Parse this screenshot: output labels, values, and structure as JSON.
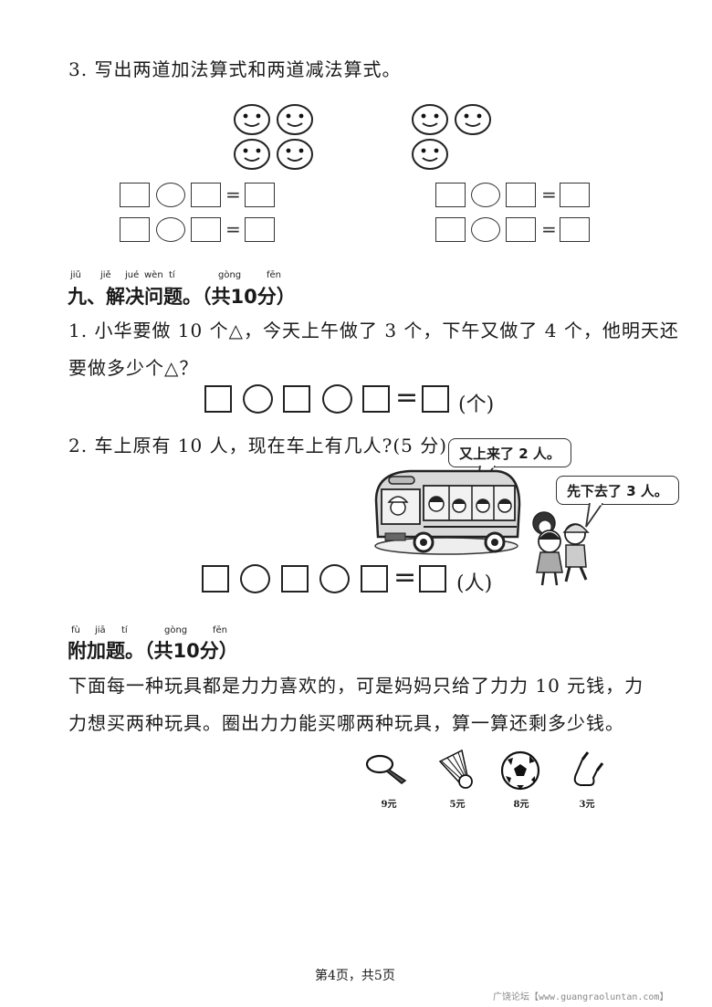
{
  "q3": {
    "title": "3. 写出两道加法算式和两道减法算式。",
    "left_group": {
      "icon": "smiley-face",
      "count": 4
    },
    "right_group": {
      "icon": "smiley-face",
      "count": 3
    },
    "equals": "="
  },
  "section9": {
    "pinyin": [
      "jiǔ",
      "jiě",
      "jué",
      "wèn",
      "tí",
      "gòng",
      "fēn"
    ],
    "title": "九、解决问题。（共10分）"
  },
  "problem1": {
    "line1": "1. 小华要做 10 个△，今天上午做了 3 个，下午又做了 4 个，他明天还",
    "line2": "要做多少个△？",
    "equals": "=",
    "unit": "(个)"
  },
  "problem2": {
    "question": "2. 车上原有 10 人，现在车上有几人?(5 分)",
    "bubble_bus": "又上来了 2 人。",
    "bubble_kids": "先下去了 3 人。",
    "equals": "=",
    "unit": "(人)"
  },
  "bonus": {
    "pinyin": [
      "fù",
      "jiā",
      "tí",
      "gòng",
      "fēn"
    ],
    "title": "附加题。（共10分）",
    "line1": "下面每一种玩具都是力力喜欢的，可是妈妈只给了力力 10 元钱，力",
    "line2": "力想买两种玩具。圈出力力能买哪两种玩具，算一算还剩多少钱。",
    "toys": [
      {
        "icon": "ping-pong-paddle-icon",
        "price": "9元"
      },
      {
        "icon": "shuttlecock-icon",
        "price": "5元"
      },
      {
        "icon": "soccer-ball-icon",
        "price": "8元"
      },
      {
        "icon": "slingshot-icon",
        "price": "3元"
      }
    ]
  },
  "footer": {
    "page": "第4页，共5页",
    "watermark": "广饶论坛【www.guangraoluntan.com】"
  }
}
